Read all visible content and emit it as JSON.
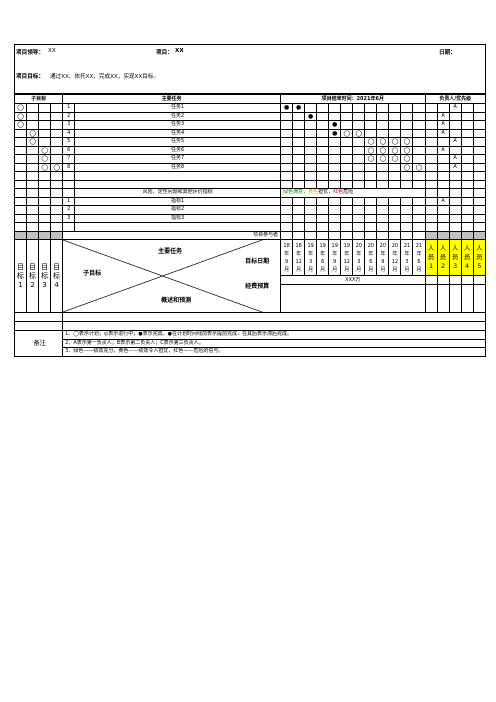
{
  "header": {
    "manager_label": "项目领导：",
    "manager_value": "XX",
    "project_label": "项目：",
    "project_value": "XX",
    "date_label": "日期：",
    "goal_label": "项目目标：",
    "goal_value": "通过XX、依托XX，完成XX，实现XX目标。"
  },
  "columns": {
    "sub_goal": "子目标",
    "main_task": "主要任务",
    "end_time": "项目结束时间：2021年6月",
    "owner": "负责人/优先级"
  },
  "tasks": [
    {
      "no": "1",
      "name": "任务1",
      "sub": [
        "◯",
        "",
        "",
        ""
      ],
      "marks": [
        "●",
        "●",
        "",
        "",
        "",
        "",
        "",
        "",
        "",
        "",
        "",
        ""
      ],
      "owner": [
        "",
        "A",
        "",
        ""
      ]
    },
    {
      "no": "2",
      "name": "任务2",
      "sub": [
        "◯",
        "",
        "",
        ""
      ],
      "marks": [
        "",
        "",
        "●",
        "",
        "",
        "",
        "",
        "",
        "",
        "",
        "",
        ""
      ],
      "owner": [
        "A",
        "",
        "",
        ""
      ]
    },
    {
      "no": "3",
      "name": "任务3",
      "sub": [
        "◯",
        "",
        "",
        ""
      ],
      "marks": [
        "",
        "",
        "",
        "",
        "●",
        "",
        "",
        "",
        "",
        "",
        "",
        ""
      ],
      "owner": [
        "A",
        "",
        "",
        ""
      ]
    },
    {
      "no": "4",
      "name": "任务4",
      "sub": [
        "",
        "◯",
        "",
        ""
      ],
      "marks": [
        "",
        "",
        "",
        "",
        "●",
        "◯",
        "◯",
        "",
        "",
        "",
        "",
        ""
      ],
      "owner": [
        "A",
        "",
        "",
        ""
      ]
    },
    {
      "no": "5",
      "name": "任务5",
      "sub": [
        "",
        "◯",
        "",
        ""
      ],
      "marks": [
        "",
        "",
        "",
        "",
        "",
        "",
        "",
        "◯",
        "◯",
        "◯",
        "◯",
        ""
      ],
      "owner": [
        "",
        "A",
        "",
        ""
      ]
    },
    {
      "no": "6",
      "name": "任务6",
      "sub": [
        "",
        "",
        "◯",
        ""
      ],
      "marks": [
        "",
        "",
        "",
        "",
        "",
        "",
        "",
        "◯",
        "◯",
        "◯",
        "◯",
        ""
      ],
      "owner": [
        "A",
        "",
        "",
        ""
      ]
    },
    {
      "no": "7",
      "name": "任务7",
      "sub": [
        "",
        "",
        "◯",
        ""
      ],
      "marks": [
        "",
        "",
        "",
        "",
        "",
        "",
        "",
        "◯",
        "◯",
        "◯",
        "◯",
        ""
      ],
      "owner": [
        "",
        "A",
        "",
        ""
      ]
    },
    {
      "no": "8",
      "name": "任务8",
      "sub": [
        "",
        "",
        "◯",
        "◯"
      ],
      "marks": [
        "",
        "",
        "",
        "",
        "",
        "",
        "",
        "",
        "",
        "",
        "◯",
        "◯"
      ],
      "owner": [
        "",
        "A",
        "",
        ""
      ]
    }
  ],
  "risk": {
    "title": "风险、定性问题和其他评价指标",
    "legend_green": "绿色满意，",
    "legend_amber": "黄色",
    "legend_mid": "担忧，",
    "legend_red": "红色",
    "legend_end": "危险"
  },
  "indicators": [
    {
      "no": "1",
      "name": "指标1",
      "owner": [
        "A",
        "",
        "",
        ""
      ]
    },
    {
      "no": "2",
      "name": "指标2",
      "owner": [
        "",
        "",
        "",
        ""
      ]
    },
    {
      "no": "3",
      "name": "指标3",
      "owner": [
        "",
        "",
        "",
        ""
      ]
    }
  ],
  "participants_label": "项目参与者",
  "legend_block": {
    "main_task": "主要任务",
    "target_date": "目标日期",
    "sub_goal": "子目标",
    "budget": "经费预算",
    "overview": "概述和预测",
    "budget_value": "XXX万"
  },
  "goal_cols": [
    {
      "l1": "目",
      "l2": "标",
      "l3": "1"
    },
    {
      "l1": "目",
      "l2": "标",
      "l3": "2"
    },
    {
      "l1": "目",
      "l2": "标",
      "l3": "3"
    },
    {
      "l1": "目",
      "l2": "标",
      "l3": "4"
    }
  ],
  "dates": [
    {
      "y": "18",
      "m": "9"
    },
    {
      "y": "18",
      "m": "12"
    },
    {
      "y": "19",
      "m": "3"
    },
    {
      "y": "19",
      "m": "6"
    },
    {
      "y": "19",
      "m": "9"
    },
    {
      "y": "19",
      "m": "12"
    },
    {
      "y": "20",
      "m": "3"
    },
    {
      "y": "20",
      "m": "6"
    },
    {
      "y": "20",
      "m": "9"
    },
    {
      "y": "20",
      "m": "12"
    },
    {
      "y": "21",
      "m": "3"
    },
    {
      "y": "21",
      "m": "6"
    }
  ],
  "date_year_unit": "年",
  "date_month_unit": "月",
  "persons": [
    {
      "a": "人",
      "b": "员",
      "n": "1"
    },
    {
      "a": "人",
      "b": "员",
      "n": "2"
    },
    {
      "a": "人",
      "b": "员",
      "n": "3"
    },
    {
      "a": "人",
      "b": "员",
      "n": "4"
    },
    {
      "a": "人",
      "b": "员",
      "n": "5"
    }
  ],
  "notes_label": "备注",
  "notes": [
    "1、◯表示计划；◎表示进行中；●表示完成。●在计划时间线前表示提前完成，在其后表示滞后完成。",
    "2、A表示第一负责人；B表示第二负责人；C表示第三负责人。",
    "3、绿色——绩效充分，黄色——绩效令人担忧，红色——危险的信号。"
  ]
}
